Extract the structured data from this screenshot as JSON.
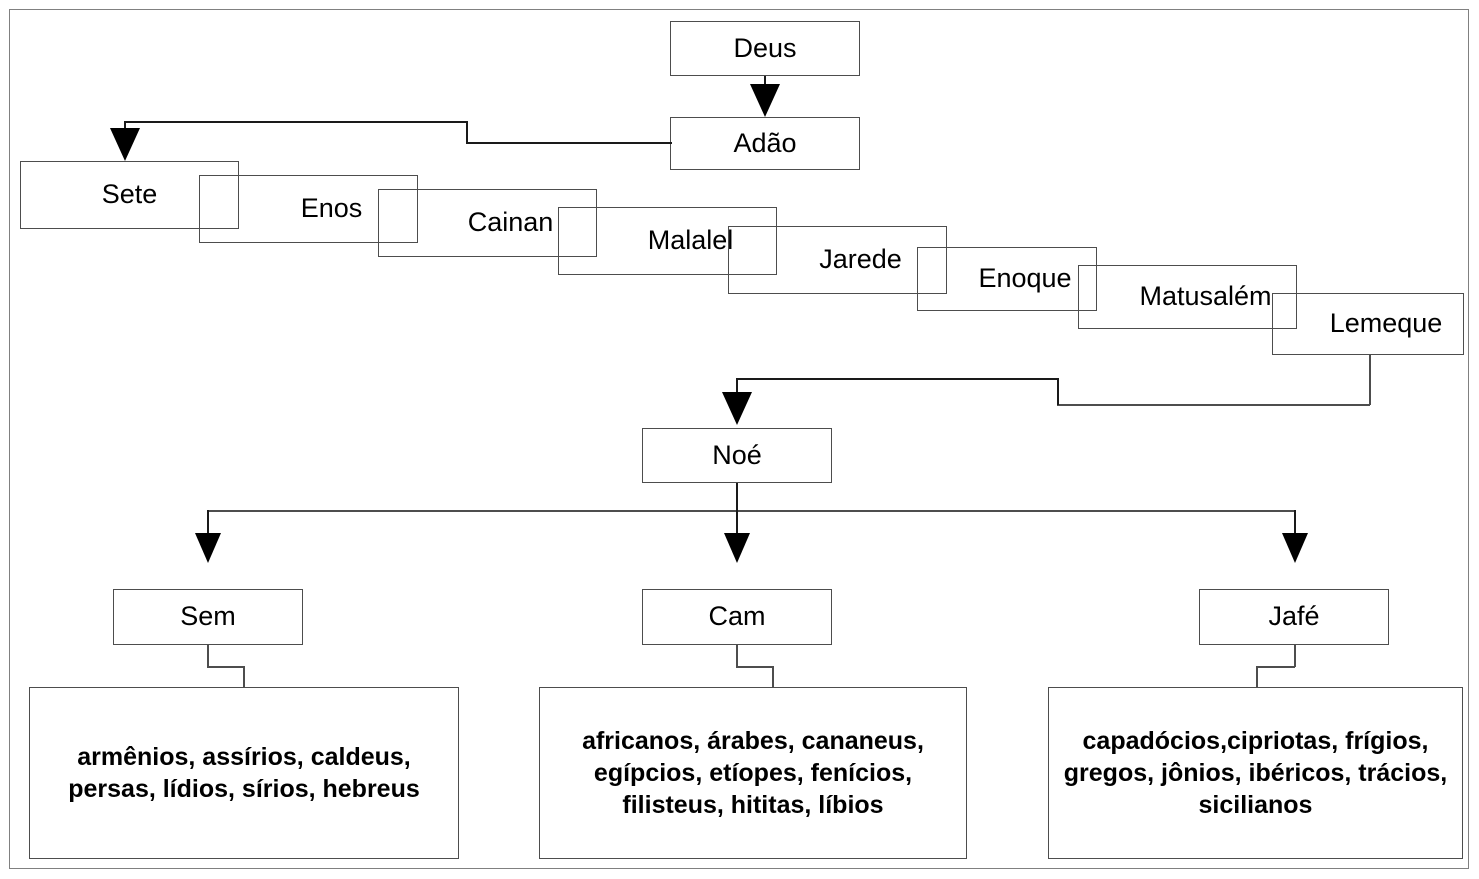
{
  "diagram": {
    "title_nodes": {
      "deus": "Deus",
      "adao": "Adão",
      "noe": "Noé"
    },
    "lineage": [
      {
        "name": "Sete"
      },
      {
        "name": "Enos"
      },
      {
        "name": "Cainan"
      },
      {
        "name": "Malalel"
      },
      {
        "name": "Jarede"
      },
      {
        "name": "Enoque"
      },
      {
        "name": "Matusalém"
      },
      {
        "name": "Lemeque"
      }
    ],
    "sons": [
      {
        "name": "Sem"
      },
      {
        "name": "Cam"
      },
      {
        "name": "Jafé"
      }
    ],
    "descendants": [
      {
        "parent": "Sem",
        "text": "armênios, assírios, caldeus, persas, lídios, sírios, hebreus"
      },
      {
        "parent": "Cam",
        "text": "africanos, árabes, cananeus,  egípcios, etíopes, fenícios, filisteus, hititas, líbios"
      },
      {
        "parent": "Jafé",
        "text": "capadócios,cipriotas, frígios, gregos, jônios, ibéricos, trácios, sicilianos"
      }
    ],
    "colors": {
      "box_border": "#4d4d4d",
      "frame_border": "#808080",
      "arrow_fill": "#000000",
      "text": "#000000",
      "background": "#ffffff"
    }
  }
}
